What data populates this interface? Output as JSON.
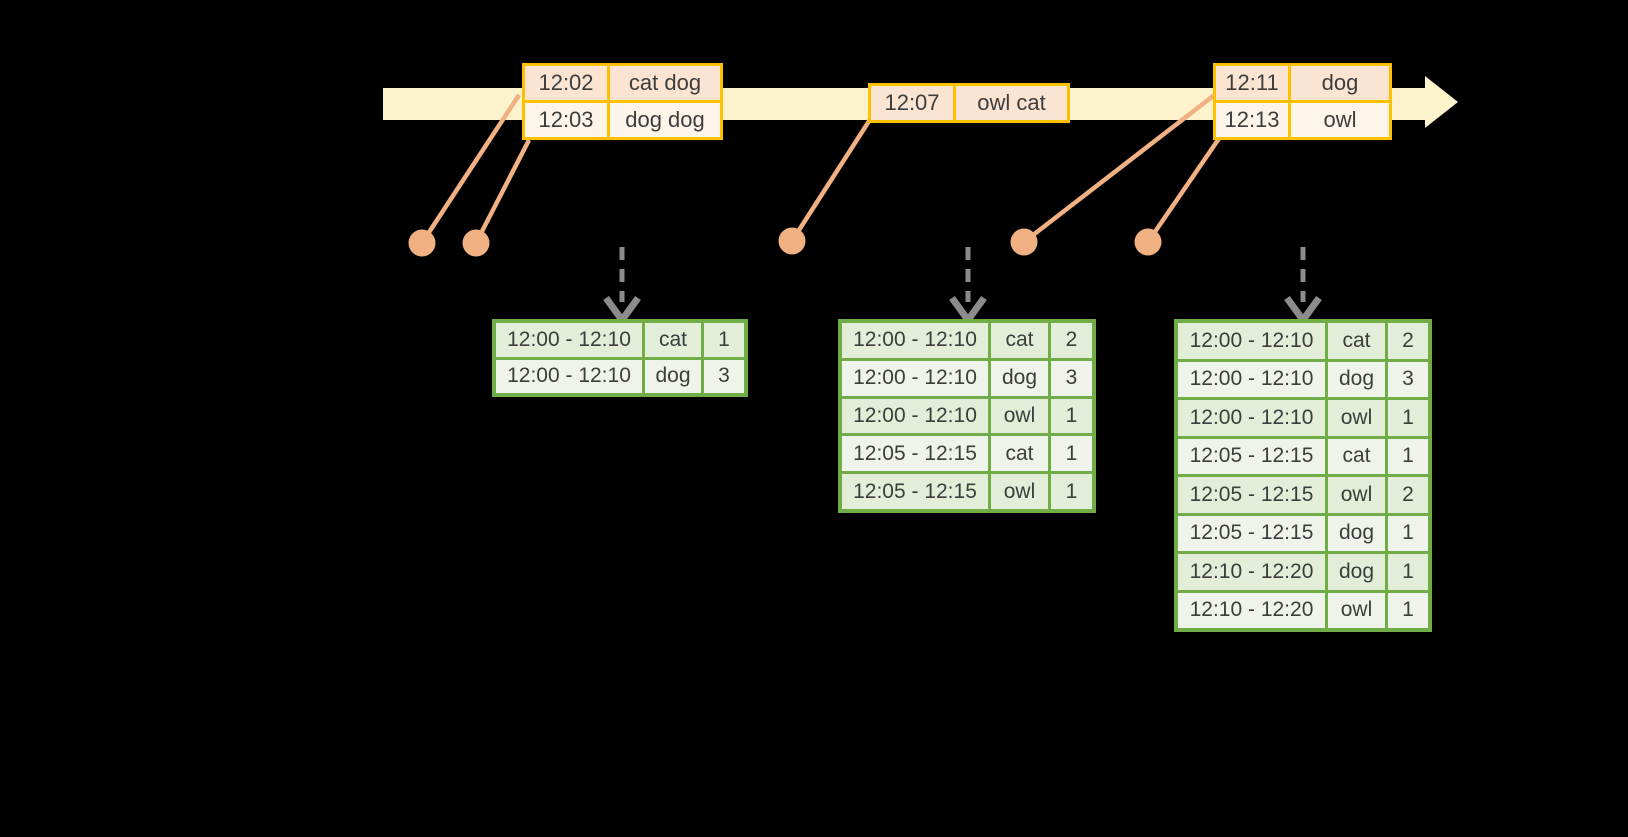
{
  "colors": {
    "background": "#000000",
    "timeline-fill": "#fcf2cc",
    "event-border": "#ffc000",
    "event-row-a": "#fbe5d2",
    "event-row-b": "#fdf4ea",
    "connector": "#f2b183",
    "trigger-arrow": "#8c8c8c",
    "result-border": "#70ad47",
    "result-row-a": "#e2eed7",
    "result-row-b": "#eff4ea",
    "table-text": "#3d3d3d"
  },
  "event_tables": [
    {
      "id": "events-at-1202",
      "rows": [
        [
          "12:02",
          "cat dog"
        ],
        [
          "12:03",
          "dog dog"
        ]
      ]
    },
    {
      "id": "events-at-1207",
      "rows": [
        [
          "12:07",
          "owl cat"
        ]
      ]
    },
    {
      "id": "events-at-1211",
      "rows": [
        [
          "12:11",
          "dog"
        ],
        [
          "12:13",
          "owl"
        ]
      ]
    }
  ],
  "result_tables": [
    {
      "id": "result-table-1",
      "rows": [
        [
          "12:00 - 12:10",
          "cat",
          "1"
        ],
        [
          "12:00 - 12:10",
          "dog",
          "3"
        ]
      ]
    },
    {
      "id": "result-table-2",
      "rows": [
        [
          "12:00 - 12:10",
          "cat",
          "2"
        ],
        [
          "12:00 - 12:10",
          "dog",
          "3"
        ],
        [
          "12:00 - 12:10",
          "owl",
          "1"
        ],
        [
          "12:05 - 12:15",
          "cat",
          "1"
        ],
        [
          "12:05 - 12:15",
          "owl",
          "1"
        ]
      ]
    },
    {
      "id": "result-table-3",
      "rows": [
        [
          "12:00 - 12:10",
          "cat",
          "2"
        ],
        [
          "12:00 - 12:10",
          "dog",
          "3"
        ],
        [
          "12:00 - 12:10",
          "owl",
          "1"
        ],
        [
          "12:05 - 12:15",
          "cat",
          "1"
        ],
        [
          "12:05 - 12:15",
          "owl",
          "2"
        ],
        [
          "12:05 - 12:15",
          "dog",
          "1"
        ],
        [
          "12:10 - 12:20",
          "dog",
          "1"
        ],
        [
          "12:10 - 12:20",
          "owl",
          "1"
        ]
      ]
    }
  ]
}
